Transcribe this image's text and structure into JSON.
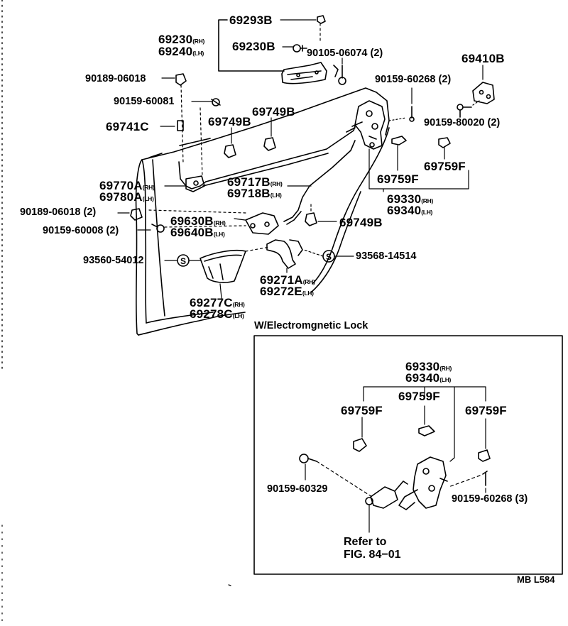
{
  "diagram": {
    "labels": {
      "p69293B": "69293B",
      "p69230": "69230",
      "p69240": "69240",
      "p69230B": "69230B",
      "p90105": "90105-06074",
      "q90105": "(2)",
      "p69410B": "69410B",
      "p90189a": "90189-06018",
      "p90159_60268": "90159-60268",
      "q90159_60268": "(2)",
      "p90159_60081": "90159-60081",
      "p69749B_top": "69749B",
      "p69749B_mid": "69749B",
      "p90159_80020": "90159-80020",
      "q90159_80020": "(2)",
      "p69741C": "69741C",
      "p69759F_a": "69759F",
      "p69759F_b": "69759F",
      "p69770A": "69770A",
      "p69780A": "69780A",
      "p69717B": "69717B",
      "p69718B": "69718B",
      "p69330": "69330",
      "p69340": "69340",
      "p90189b": "90189-06018",
      "q90189b": "(2)",
      "p69630B": "69630B",
      "p69640B": "69640B",
      "p69749B_low": "69749B",
      "p90159_60008": "90159-60008",
      "q90159_60008": "(2)",
      "p93560": "93560-54012",
      "p93568": "93568-14514",
      "p69271A": "69271A",
      "p69272E": "69272E",
      "p69277C": "69277C",
      "p69278C": "69278C"
    },
    "sides": {
      "rh": "(RH)",
      "lh": "(LH)"
    },
    "s_symbol": "S"
  },
  "inset": {
    "title": "W/Electromgnetic Lock",
    "p69330": "69330",
    "p69340": "69340",
    "p69759F_left": "69759F",
    "p69759F_mid": "69759F",
    "p69759F_right": "69759F",
    "p90159_60329": "90159-60329",
    "p90159_60268": "90159-60268",
    "q90159_60268": "(3)",
    "refer_line1": "Refer to",
    "refer_line2": "FIG. 84−01"
  },
  "footer": {
    "code": "MB L584"
  }
}
